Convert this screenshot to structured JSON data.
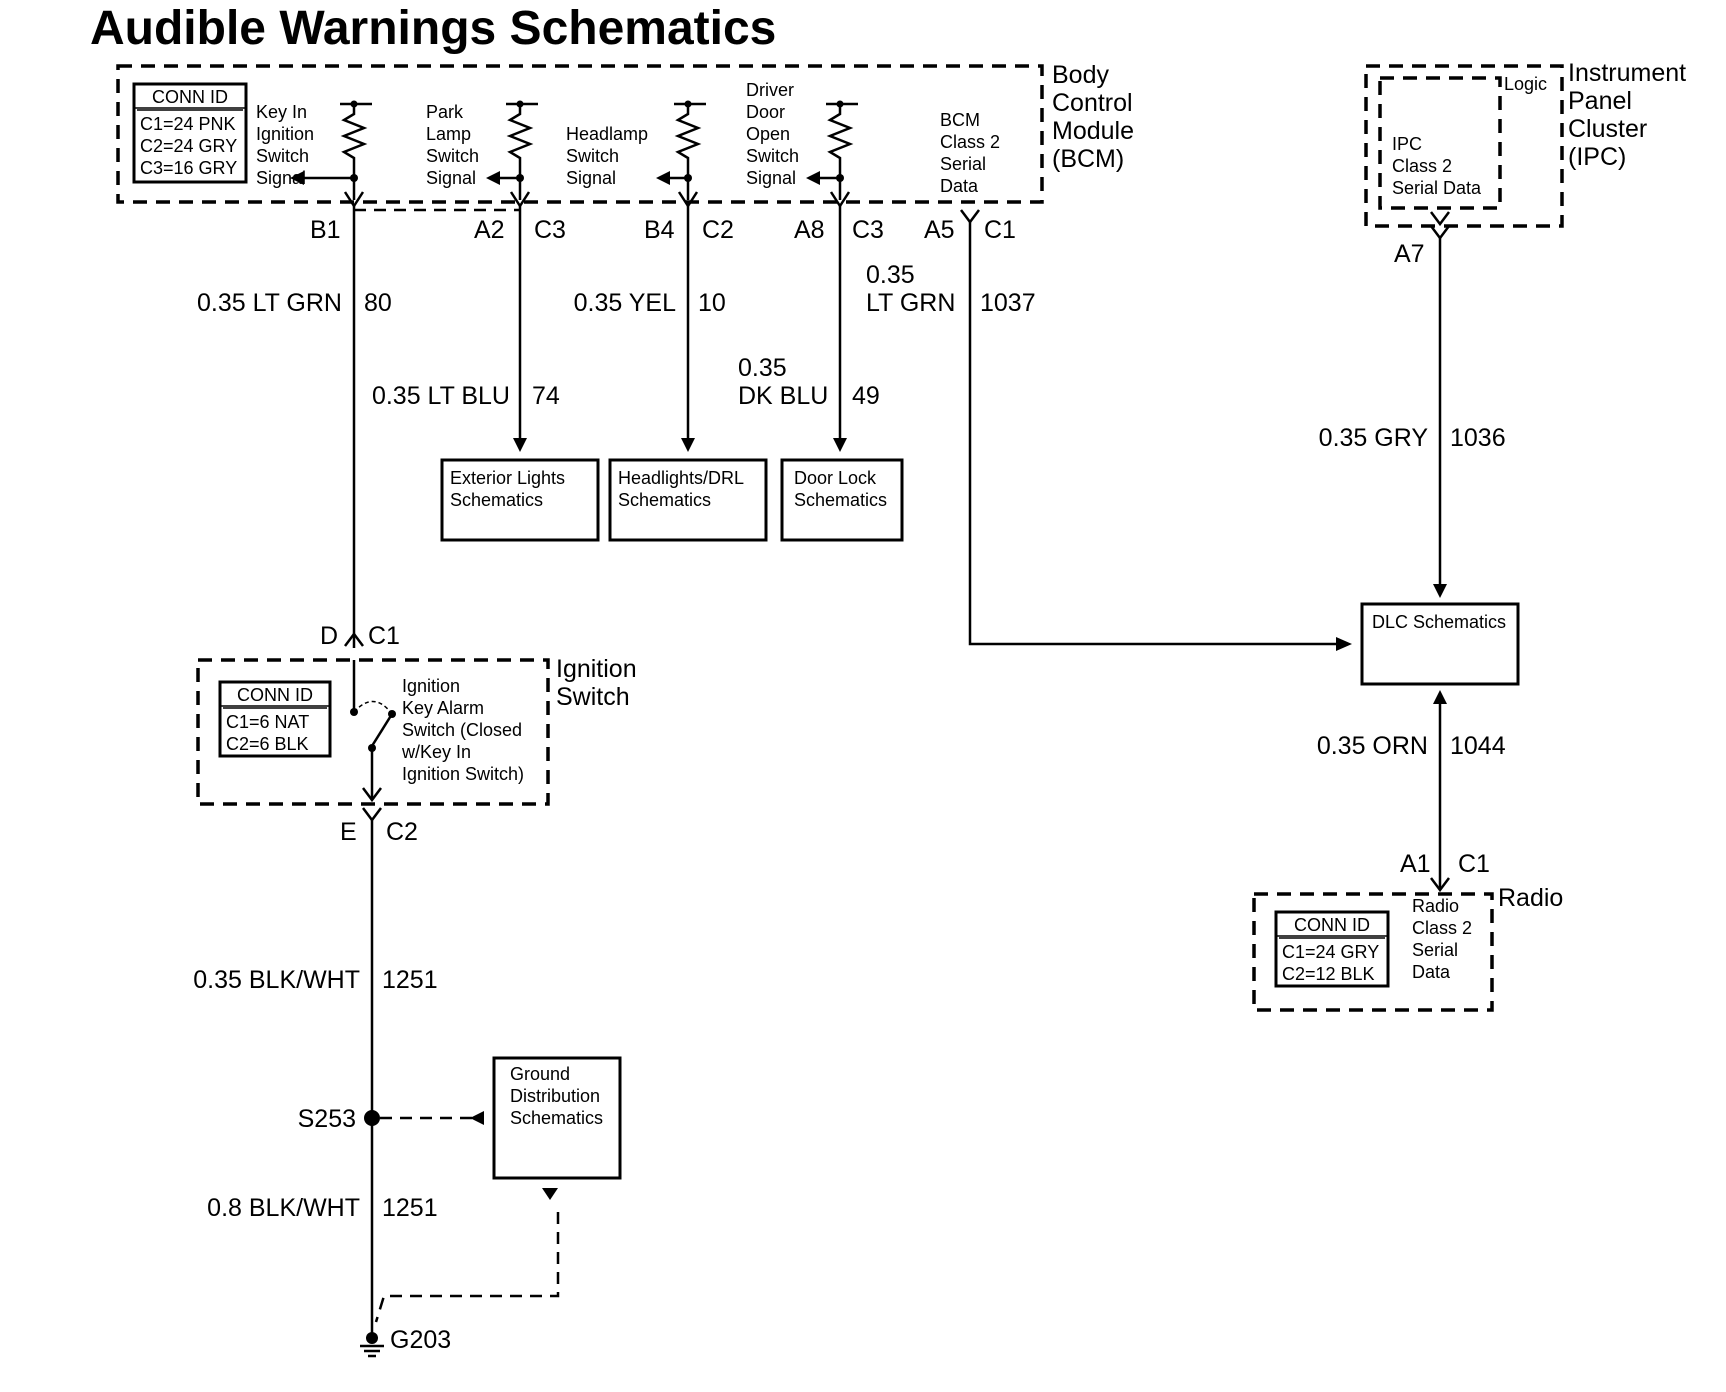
{
  "title": "Audible Warnings Schematics",
  "bcm": {
    "name": [
      "Body",
      "Control",
      "Module",
      "(BCM)"
    ],
    "conn_id": {
      "header": "CONN ID",
      "lines": [
        "C1=24 PNK",
        "C2=24 GRY",
        "C3=16 GRY"
      ]
    },
    "signals": [
      [
        "Key In",
        "Ignition",
        "Switch",
        "Signal"
      ],
      [
        "Park",
        "Lamp",
        "Switch",
        "Signal"
      ],
      [
        "Headlamp",
        "Switch",
        "Signal"
      ],
      [
        "Driver",
        "Door",
        "Open",
        "Switch",
        "Signal"
      ]
    ],
    "serial": [
      "BCM",
      "Class 2",
      "Serial",
      "Data"
    ],
    "pins": [
      {
        "pin": "B1",
        "conn": ""
      },
      {
        "pin": "A2",
        "conn": "C3"
      },
      {
        "pin": "B4",
        "conn": "C2"
      },
      {
        "pin": "A8",
        "conn": "C3"
      },
      {
        "pin": "A5",
        "conn": "C1"
      }
    ]
  },
  "ipc": {
    "name": [
      "Instrument",
      "Panel",
      "Cluster",
      "(IPC)"
    ],
    "logic": "Logic",
    "serial": [
      "IPC",
      "Class 2",
      "Serial Data"
    ],
    "pin": "A7"
  },
  "wires": [
    {
      "gauge": [
        "0.35 LT GRN"
      ],
      "circuit": "80"
    },
    {
      "gauge": [
        "0.35 LT BLU"
      ],
      "circuit": "74"
    },
    {
      "gauge": [
        "0.35 YEL"
      ],
      "circuit": "10"
    },
    {
      "gauge": [
        "0.35",
        "DK BLU"
      ],
      "circuit": "49"
    },
    {
      "gauge": [
        "0.35",
        "LT GRN"
      ],
      "circuit": "1037"
    },
    {
      "gauge": [
        "0.35 GRY"
      ],
      "circuit": "1036"
    },
    {
      "gauge": [
        "0.35 ORN"
      ],
      "circuit": "1044"
    },
    {
      "gauge": [
        "0.35 BLK/WHT"
      ],
      "circuit": "1251"
    },
    {
      "gauge": [
        "0.8 BLK/WHT"
      ],
      "circuit": "1251"
    }
  ],
  "refs": [
    [
      "Exterior Lights",
      "Schematics"
    ],
    [
      "Headlights/DRL",
      "Schematics"
    ],
    [
      "Door Lock",
      "Schematics"
    ],
    [
      "DLC Schematics"
    ],
    [
      "Ground",
      "Distribution",
      "Schematics"
    ]
  ],
  "ignition": {
    "name": [
      "Ignition",
      "Switch"
    ],
    "conn_id": {
      "header": "CONN ID",
      "lines": [
        "C1=6 NAT",
        "C2=6 BLK"
      ]
    },
    "desc": [
      "Ignition",
      "Key Alarm",
      "Switch (Closed",
      "w/Key In",
      "Ignition Switch)"
    ],
    "top_pin": {
      "pin": "D",
      "conn": "C1"
    },
    "bottom_pin": {
      "pin": "E",
      "conn": "C2"
    }
  },
  "radio": {
    "name": "Radio",
    "conn_id": {
      "header": "CONN ID",
      "lines": [
        "C1=24 GRY",
        "C2=12 BLK"
      ]
    },
    "serial": [
      "Radio",
      "Class 2",
      "Serial",
      "Data"
    ],
    "pin": {
      "pin": "A1",
      "conn": "C1"
    }
  },
  "splice": "S253",
  "ground": "G203"
}
